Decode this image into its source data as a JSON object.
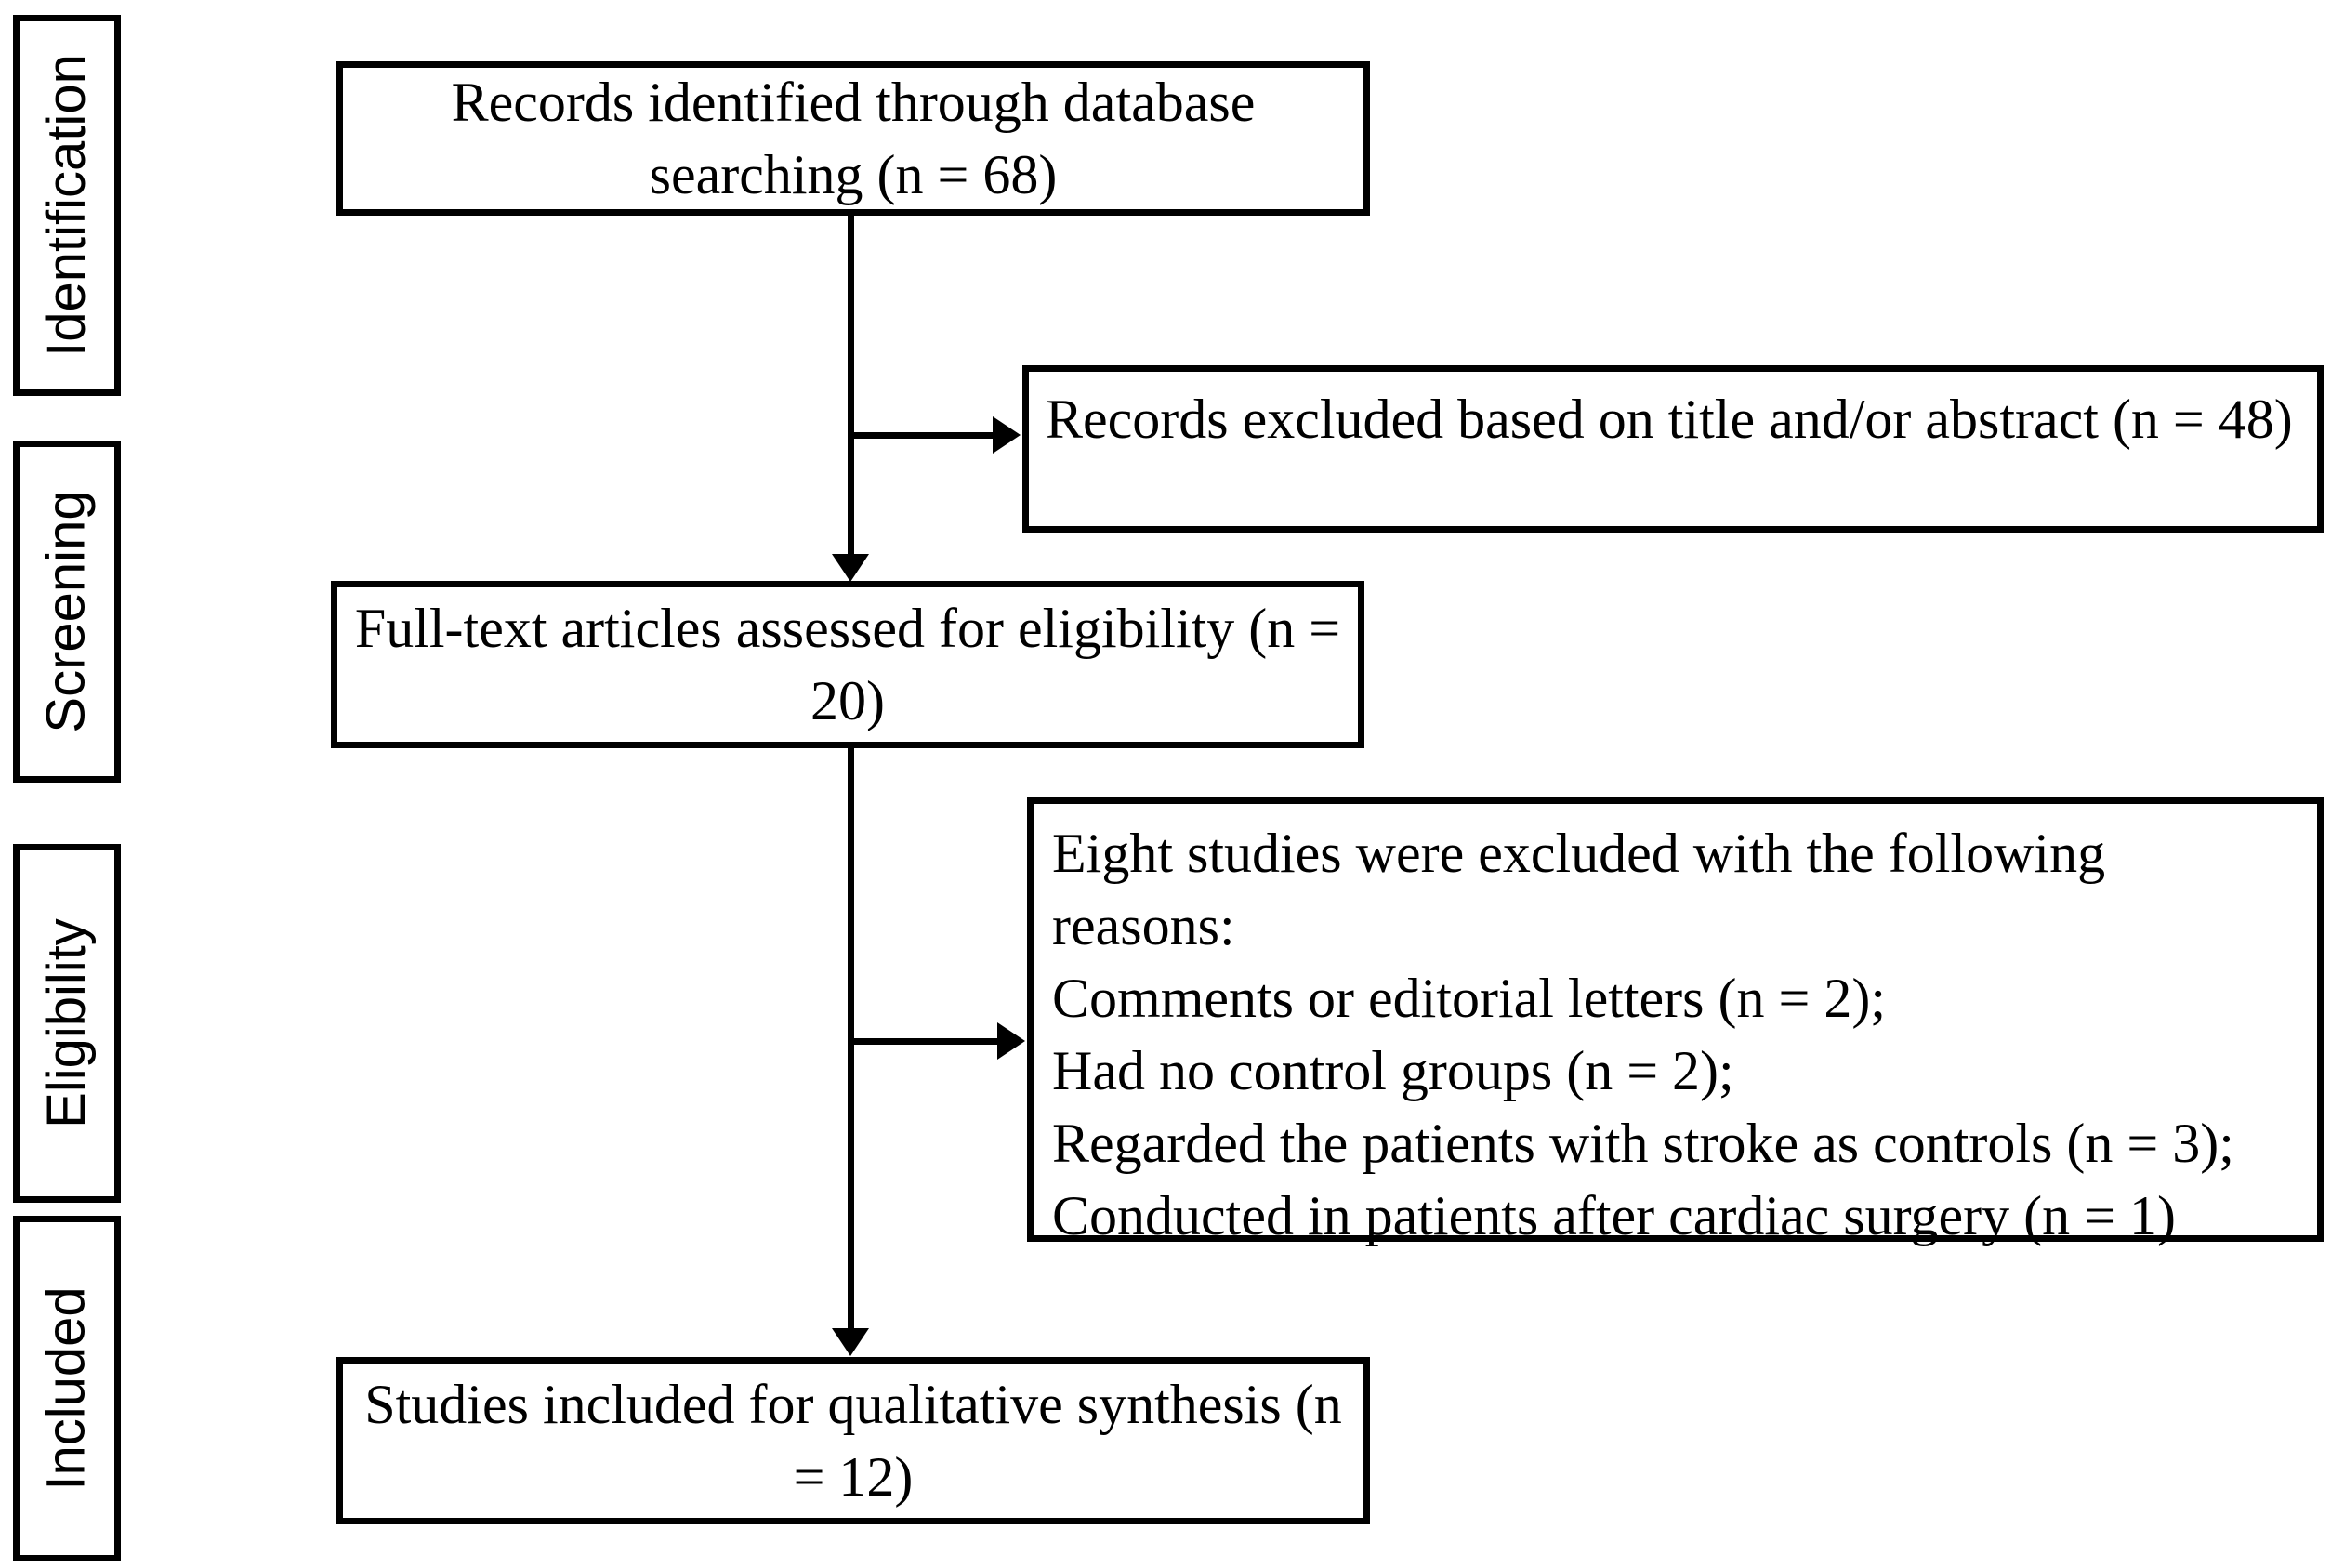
{
  "diagram": {
    "type": "prisma-flow-diagram",
    "title": "PRISMA study selection flow diagram"
  },
  "stages": [
    {
      "id": "identification",
      "label": "Identification"
    },
    {
      "id": "screening",
      "label": "Screening"
    },
    {
      "id": "eligibility",
      "label": "Eligibility"
    },
    {
      "id": "included",
      "label": "Included"
    }
  ],
  "boxes": {
    "identified": {
      "text": "Records identified through database searching  (n = 68)",
      "count": 68
    },
    "excluded": {
      "text": "Records excluded based on title and/or abstract (n = 48)",
      "count": 48
    },
    "fulltext": {
      "text": "Full-text articles assessed for eligibility (n = 20)",
      "count": 20
    },
    "reasons": {
      "lines": [
        "Eight studies were excluded with the following",
        "reasons:",
        "Comments or editorial letters (n = 2);",
        "Had no control groups (n = 2);",
        "Regarded the patients with stroke as controls (n = 3);",
        "Conducted in patients after cardiac surgery (n = 1)"
      ],
      "total_excluded": 8
    },
    "included": {
      "text": "Studies included for qualitative synthesis (n = 12)",
      "count": 12
    }
  },
  "colors": {
    "stroke": "#000000",
    "fill": "#ffffff"
  }
}
